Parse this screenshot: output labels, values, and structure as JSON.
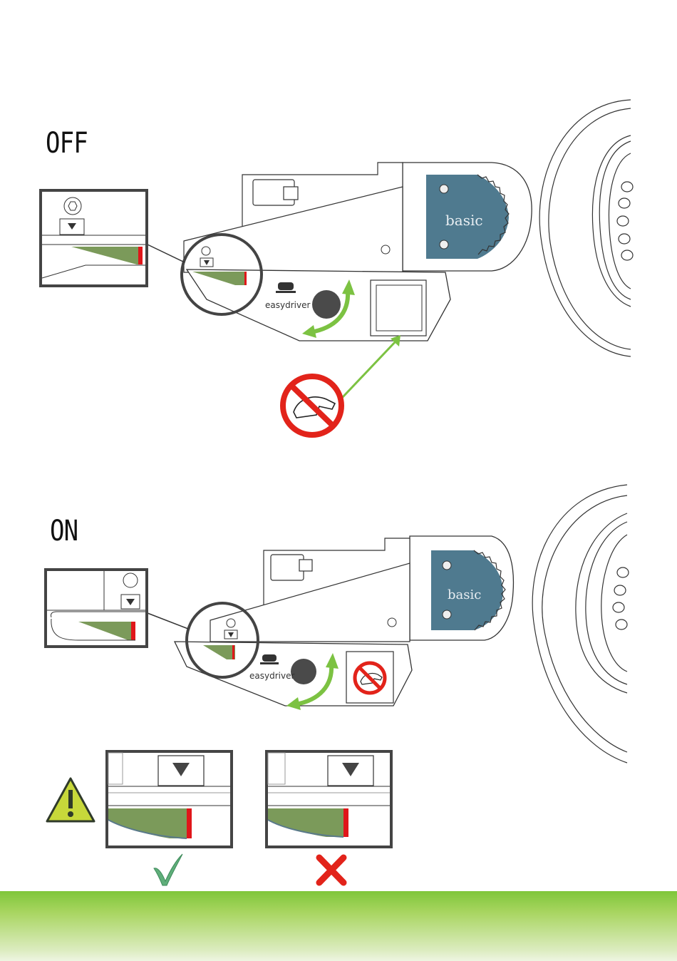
{
  "off_section": {
    "heading": "OFF",
    "brand_label": "easydriver",
    "plate_label": "basic"
  },
  "on_section": {
    "heading": "ON",
    "brand_label": "easydriver",
    "plate_label": "basic"
  },
  "icons": {
    "no_hand_sign": "no-touch-prohibition-icon",
    "warning": "warning-triangle-icon",
    "correct": "green-checkmark-icon",
    "incorrect": "red-cross-icon"
  },
  "colors": {
    "indicator_green": "#7b9a5a",
    "indicator_red": "#e0161a",
    "arrow_green": "#7cc242",
    "plate_blue": "#4f7a8f",
    "prohibition_red": "#e2231a",
    "warning_yellow": "#c7d83a"
  }
}
